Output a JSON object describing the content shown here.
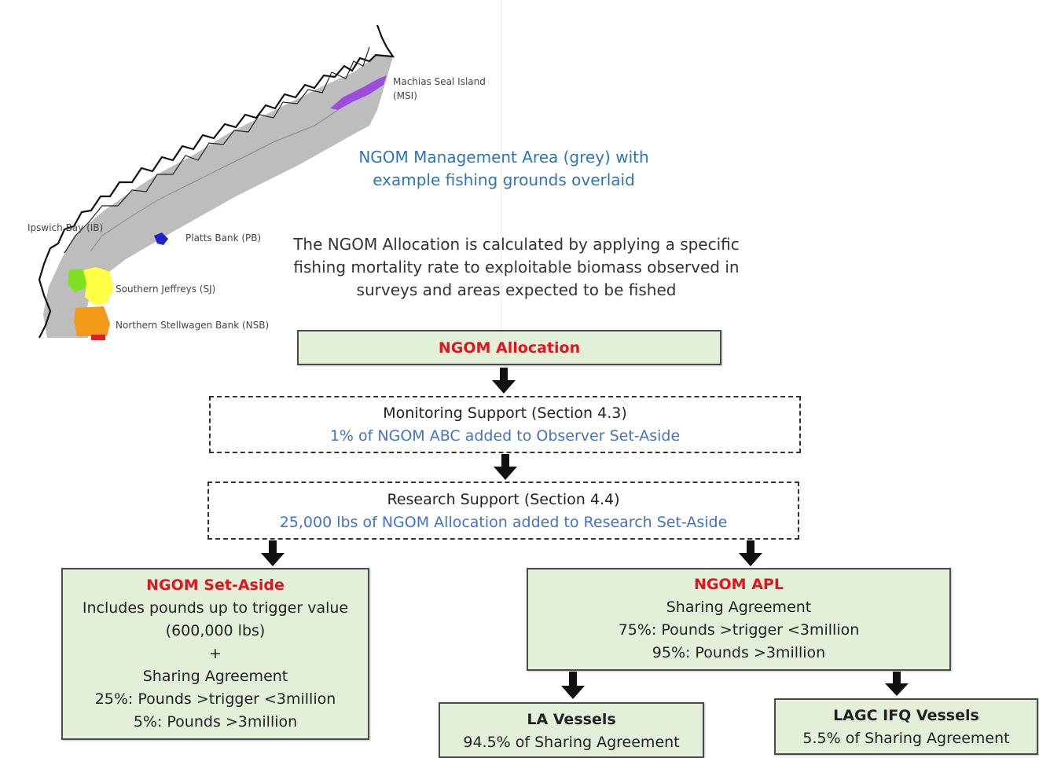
{
  "map": {
    "title_line1": "NGOM Management Area (grey) with",
    "title_line2": "example fishing grounds overlaid",
    "labels": {
      "msi_line1": "Machias Seal Island",
      "msi_line2": "(MSI)",
      "ipswich": "Ipswich Bay (IB)",
      "platts": "Platts Bank (PB)",
      "southern_jeffreys": "Southern Jeffreys (SJ)",
      "northern_stellwagen": "Northern Stellwagen Bank (NSB)"
    },
    "colors": {
      "management_area": "#bdbdbd",
      "msi": "#9b4ddb",
      "platts": "#2222cc",
      "ipswich": "#7fe020",
      "southern_jeffreys": "#ffff44",
      "northern_stellwagen": "#f39a1a",
      "red_area": "#e02020"
    }
  },
  "description": {
    "line1": "The NGOM Allocation is calculated by applying a specific",
    "line2": "fishing mortality rate to exploitable biomass observed in",
    "line3": "surveys and areas expected to be fished"
  },
  "flow": {
    "allocation": {
      "title": "NGOM Allocation"
    },
    "monitoring": {
      "title": "Monitoring Support (Section 4.3)",
      "detail": "1% of NGOM ABC added to Observer Set-Aside"
    },
    "research": {
      "title": "Research Support (Section 4.4)",
      "detail": "25,000 lbs of NGOM Allocation added to Research Set-Aside"
    },
    "set_aside": {
      "title": "NGOM Set-Aside",
      "line1": "Includes pounds up to trigger value",
      "line2": "(600,000 lbs)",
      "line3": "+",
      "line4": "Sharing Agreement",
      "line5": "25%: Pounds >trigger <3million",
      "line6": "5%: Pounds >3million"
    },
    "apl": {
      "title": "NGOM APL",
      "line1": "Sharing Agreement",
      "line2": "75%: Pounds >trigger <3million",
      "line3": "95%: Pounds >3million"
    },
    "la_vessels": {
      "title": "LA Vessels",
      "detail": "94.5% of Sharing Agreement"
    },
    "lagc_vessels": {
      "title": "LAGC IFQ Vessels",
      "detail": "5.5% of Sharing Agreement"
    }
  },
  "colors": {
    "box_fill": "#e2efd9",
    "accent_red": "#e0151d",
    "accent_blue": "#4472c4",
    "map_title_blue": "#2e75b6"
  }
}
